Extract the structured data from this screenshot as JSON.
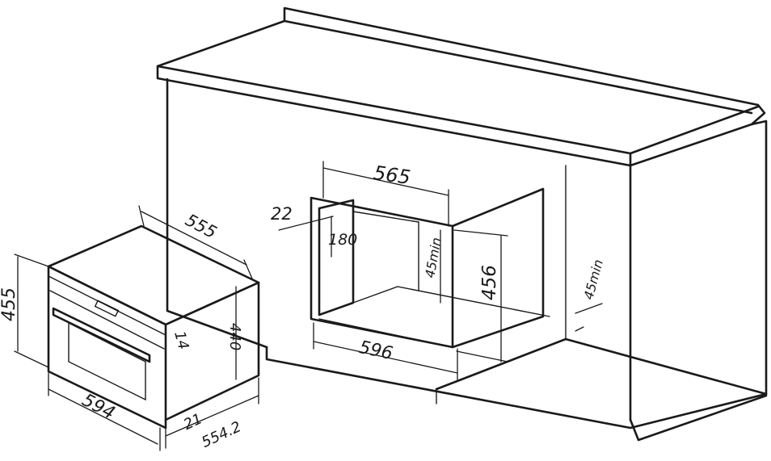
{
  "diagram": {
    "labels": {
      "cabinet_width": "565",
      "side_gap": "22",
      "panel_height": "180",
      "min_gap_left": "45min",
      "cabinet_height": "456",
      "min_gap_right": "45min",
      "cabinet_depth_width": "596",
      "oven_depth": "555",
      "oven_front_height": "455",
      "oven_body_height": "440",
      "panel_thickness": "14",
      "oven_width": "594",
      "door_offset": "21",
      "oven_total_depth": "554.2"
    }
  }
}
